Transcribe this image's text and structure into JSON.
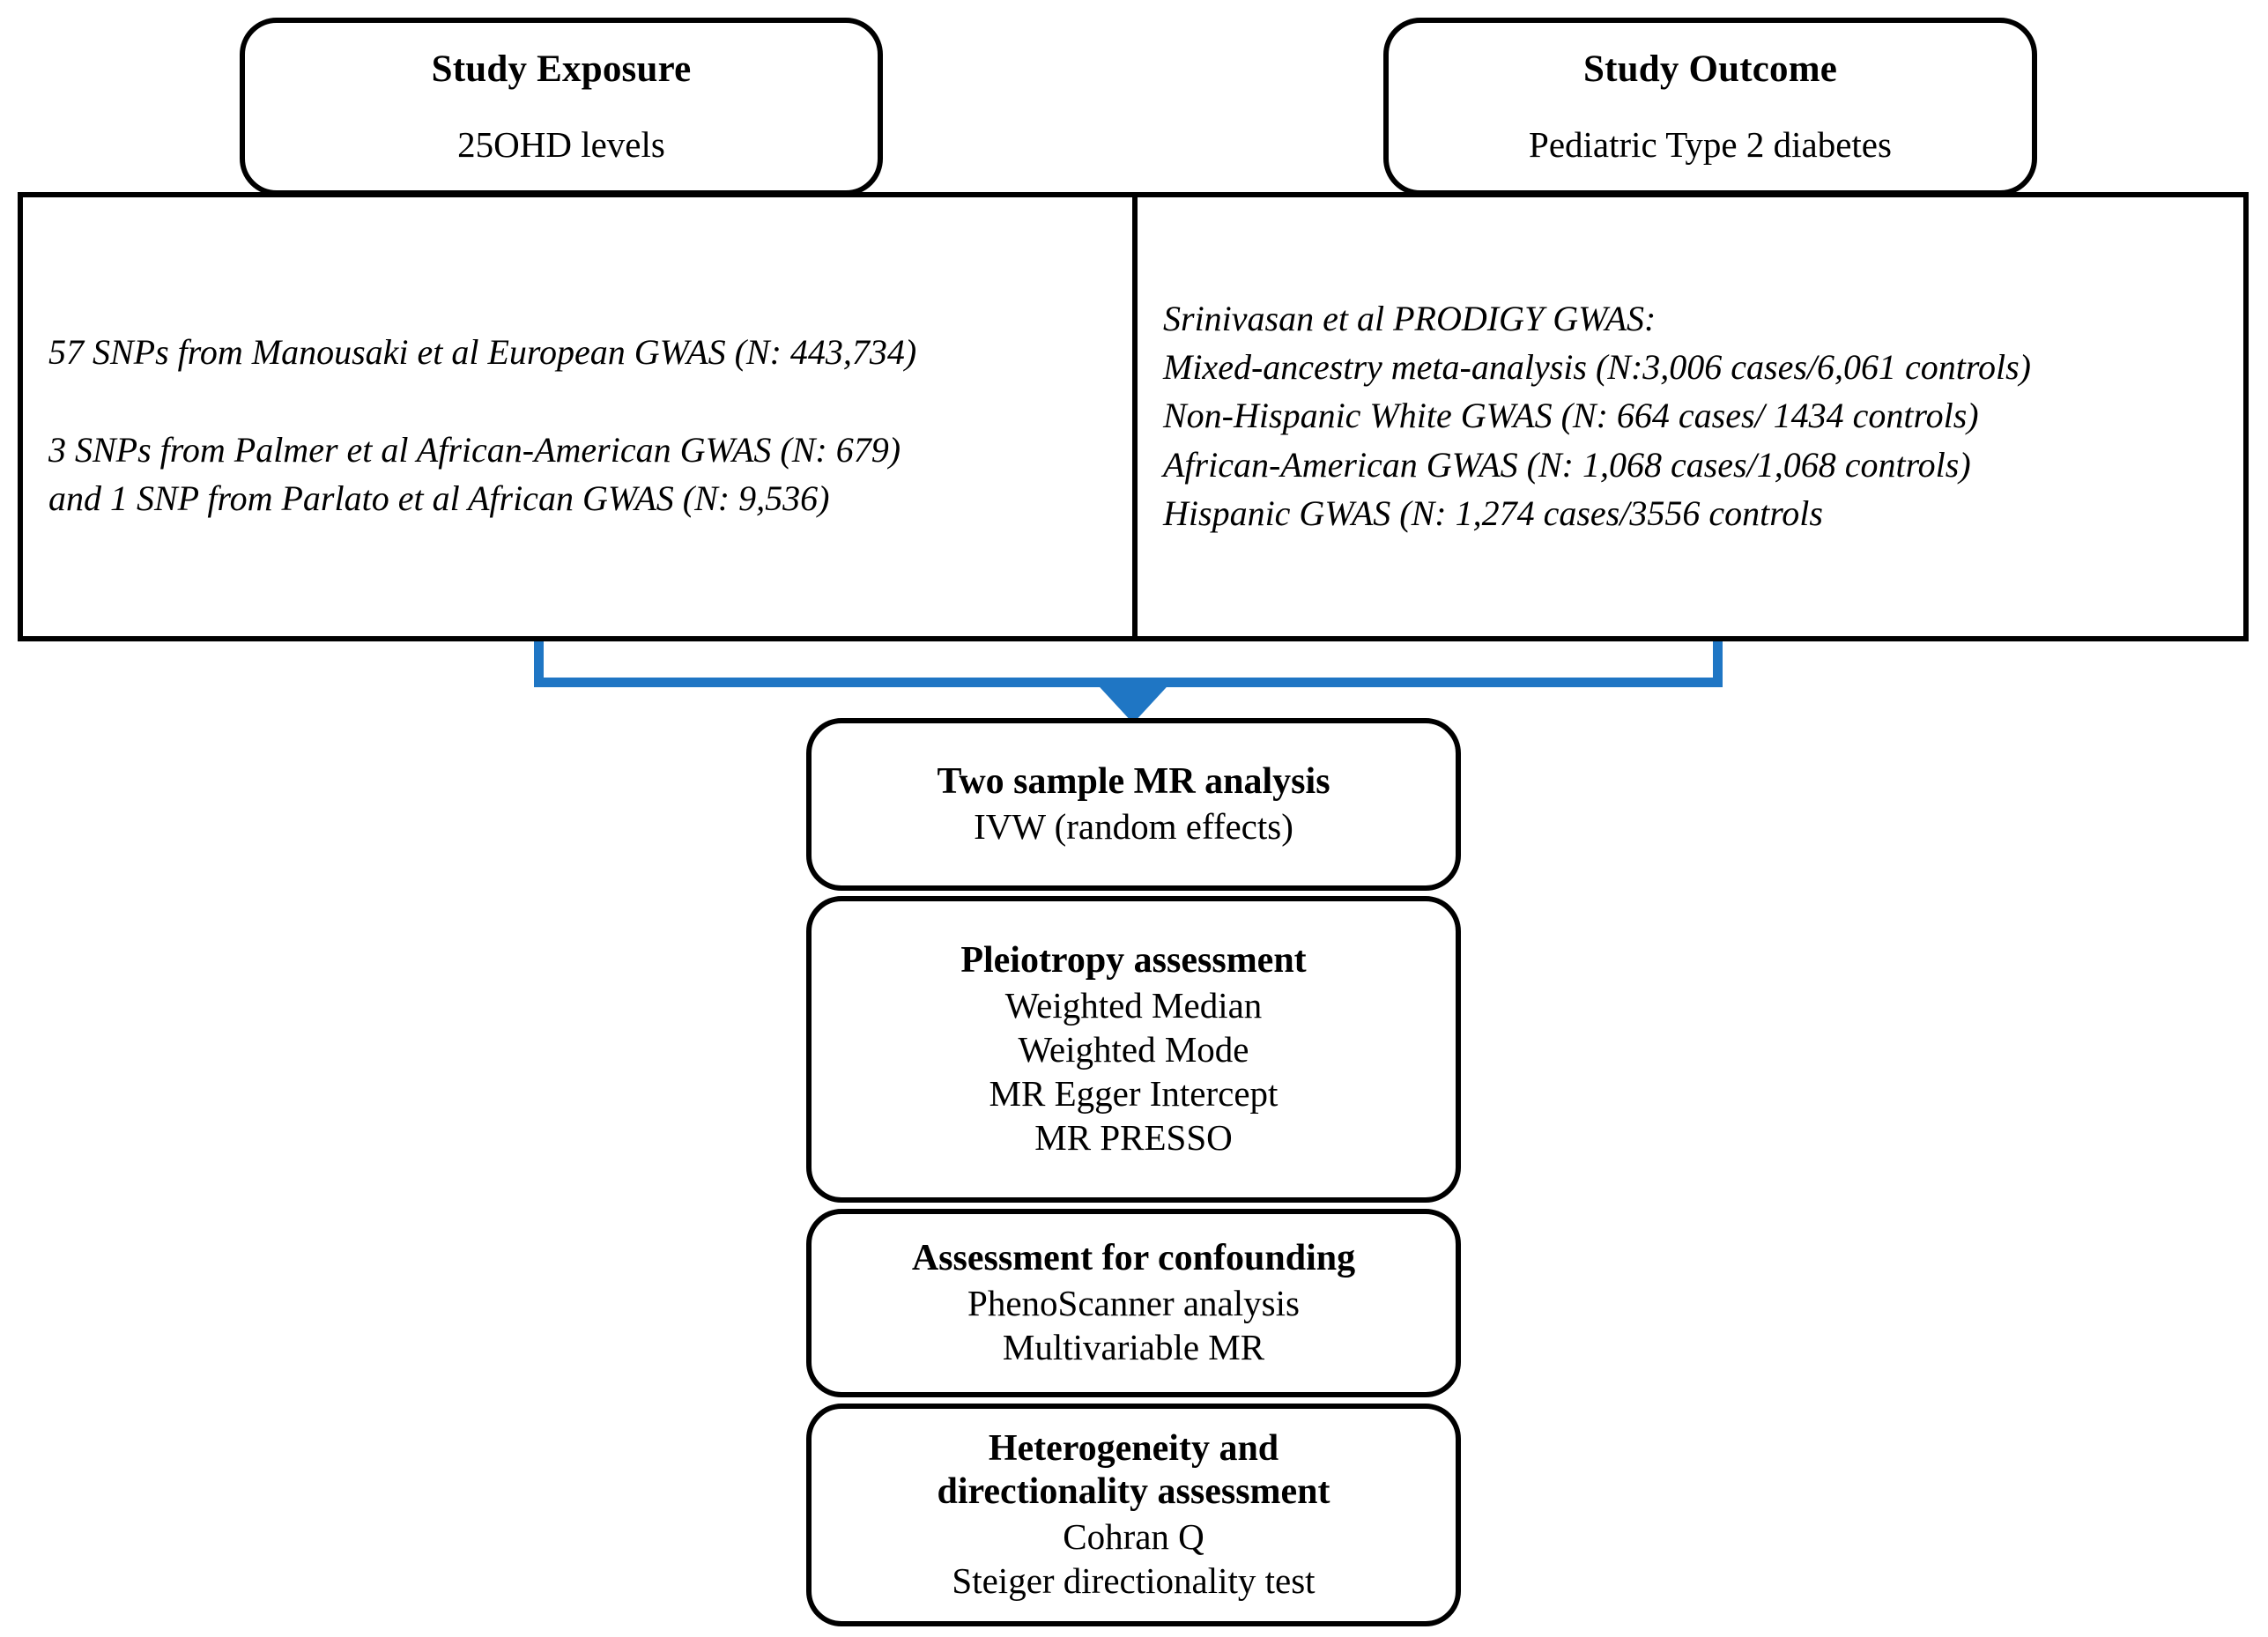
{
  "colors": {
    "stroke": "#000000",
    "connector_blue": "#1F76C4",
    "background": "#FFFFFF"
  },
  "exposure_header": {
    "title": "Study Exposure",
    "subtitle": "25OHD levels"
  },
  "outcome_header": {
    "title": "Study Outcome",
    "subtitle": "Pediatric Type 2 diabetes"
  },
  "exposure_details": {
    "lines": [
      "57 SNPs from Manousaki et al European GWAS (N: 443,734)",
      "3 SNPs from Palmer et al African-American GWAS  (N: 679)",
      "and 1 SNP from Parlato et al African GWAS (N: 9,536)"
    ]
  },
  "outcome_details": {
    "lines": [
      "Srinivasan et al PRODIGY GWAS:",
      "Mixed-ancestry meta-analysis (N:3,006 cases/6,061 controls)",
      "Non-Hispanic White GWAS (N: 664 cases/ 1434 controls)",
      "African-American GWAS (N: 1,068 cases/1,068 controls)",
      "Hispanic GWAS (N: 1,274 cases/3556 controls"
    ]
  },
  "analysis_stack": [
    {
      "title": "Two sample MR analysis",
      "items": [
        "IVW (random effects)"
      ]
    },
    {
      "title": "Pleiotropy assessment",
      "items": [
        "Weighted Median",
        "Weighted Mode",
        "MR Egger Intercept",
        "MR PRESSO"
      ]
    },
    {
      "title": "Assessment for confounding",
      "items": [
        "PhenoScanner analysis",
        "Multivariable MR"
      ]
    },
    {
      "title": "Heterogeneity and\ndirectionality assessment",
      "title_line1": "Heterogeneity and",
      "title_line2": "directionality assessment",
      "items": [
        "Cohran Q",
        "Steiger directionality test"
      ]
    }
  ]
}
